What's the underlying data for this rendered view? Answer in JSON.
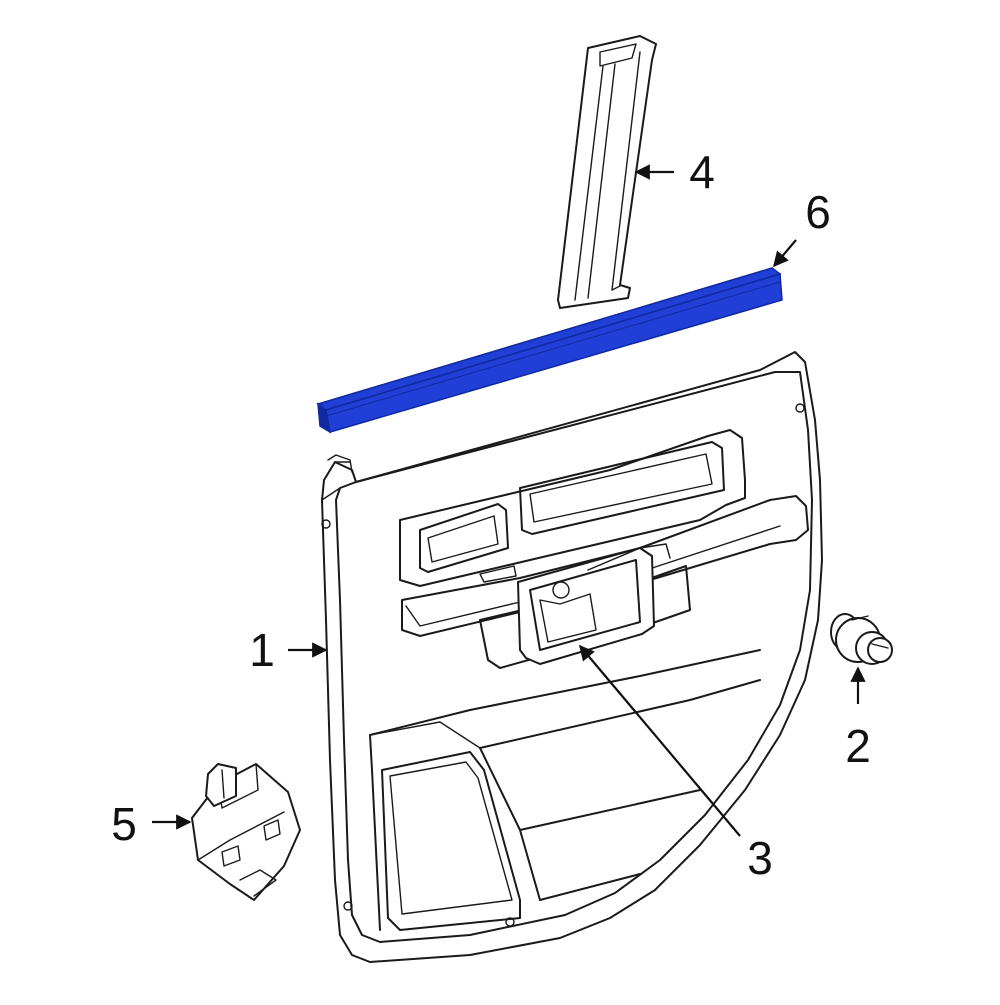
{
  "colors": {
    "highlight": "#1f3fd6",
    "highlight_dark": "#0f2a9e",
    "line": "#1a1a1a",
    "background": "#ffffff"
  },
  "callouts": [
    {
      "id": "1",
      "label": "1"
    },
    {
      "id": "2",
      "label": "2"
    },
    {
      "id": "3",
      "label": "3"
    },
    {
      "id": "4",
      "label": "4"
    },
    {
      "id": "5",
      "label": "5"
    },
    {
      "id": "6",
      "label": "6"
    }
  ]
}
